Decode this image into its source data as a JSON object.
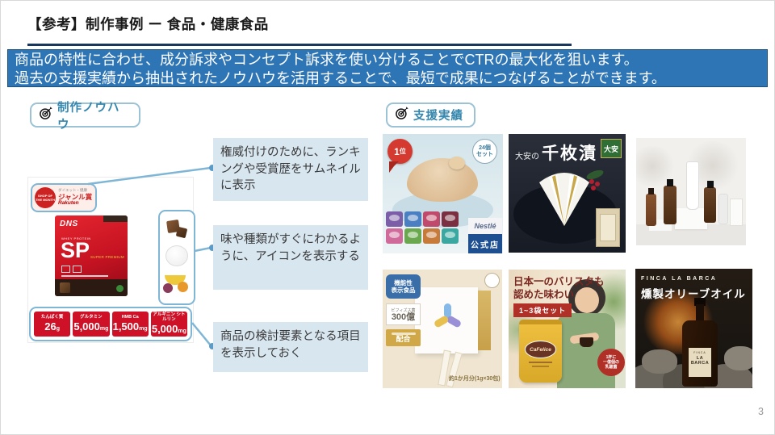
{
  "page": {
    "title": "【参考】制作事例 ー 食品・健康食品",
    "page_number": "3"
  },
  "banner": {
    "line1": "商品の特性に合わせ、成分訴求やコンセプト訴求を使い分けることでCTRの最大化を狙います。",
    "line2": "過去の支援実績から抽出されたノウハウを活用することで、最短で成果につなげることができます。",
    "bg_color": "#2E75B6",
    "text_color": "#FFFFFF"
  },
  "sections": {
    "knowhow_label": "制作ノウハウ",
    "results_label": "支援実績"
  },
  "callouts": {
    "box1": "権威付けのために、ランキングや受賞歴をサムネイルに表示",
    "box2": "味や種類がすぐにわかるように、アイコンを表示する",
    "box3": "商品の検討要素となる項目を表示しておく"
  },
  "dns_ad": {
    "award_badge": {
      "circle": "SHOP OF THE MONTH",
      "category": "ダイエット・健康",
      "award": "ジャンル賞",
      "brand": "Rakuten"
    },
    "package": {
      "brand": "DNS",
      "series": "WHEY PROTEIN",
      "name": "SP",
      "grade": "SUPER PREMIUM"
    },
    "stats": [
      {
        "label": "たんぱく質",
        "value": "26",
        "unit": "g"
      },
      {
        "label": "グルタミン",
        "value": "5,000",
        "unit": "mg"
      },
      {
        "label": "HMB Ca",
        "value": "1,500",
        "unit": "mg"
      },
      {
        "label": "アルギニン シトルリン",
        "value": "5,000",
        "unit": "mg"
      }
    ]
  },
  "gallery": {
    "jelly": {
      "rank_badge_number": "1",
      "rank_badge_suffix": "位",
      "set_badge_line1": "24個",
      "set_badge_line2": "セット",
      "brand": "Nestlé",
      "official_badge": "公式店"
    },
    "pickles": {
      "title_prefix": "大安の",
      "title": "千枚漬",
      "corner_badge": "大安"
    },
    "supplement": {
      "badge_functional_line1": "機能性",
      "badge_functional_line2": "表示食品",
      "badge_bifidus_name": "ビフィズス菌",
      "badge_bifidus_count": "300億",
      "badge_blend": "配合",
      "amount_note": "約1か月分(1g×30包)"
    },
    "coffee": {
      "headline_line1": "日本一のバリスタも",
      "headline_line2": "認めた味わい",
      "set_badge": "1~3袋セット",
      "brand": "CaFelice",
      "circle_badge_line1": "1杯に",
      "circle_badge_line2": "一億個の",
      "circle_badge_line3": "乳酸菌"
    },
    "olive_oil": {
      "brand": "FINCA LA BARCA",
      "title": "燻製オリーブオイル",
      "label_small": "FINCA",
      "label_main": "LA BARCA"
    }
  },
  "colors": {
    "banner_blue": "#2E75B6",
    "accent_teal": "#3586AD",
    "callout_fill": "#D8E6F0",
    "connector_blue": "#7FB6D5",
    "dns_red": "#CE1126"
  }
}
